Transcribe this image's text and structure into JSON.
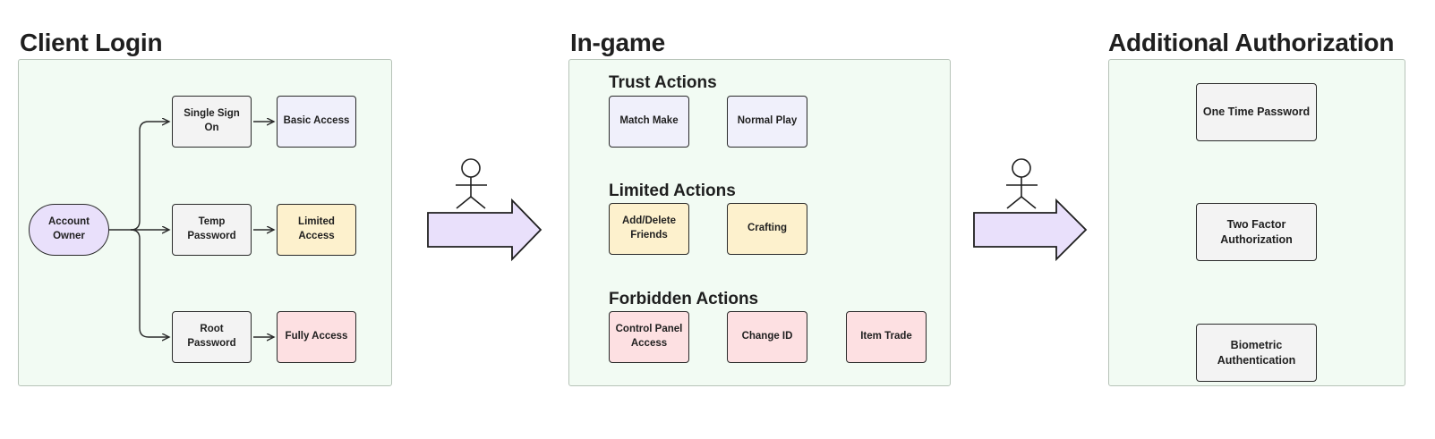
{
  "colors": {
    "panel_bg": "#f2fbf3",
    "panel_border": "#b7c3b8",
    "node_gray": "#f3f3f3",
    "node_blue": "#f0f0fb",
    "node_yellow": "#fdf1cd",
    "node_pink": "#fde0e2",
    "account_owner": "#e9e0fb",
    "arrow_fill": "#e9e0fb"
  },
  "client_login": {
    "title": "Client Login",
    "account_owner": "Account Owner",
    "methods": [
      {
        "label": "Single Sign On",
        "access": "Basic Access",
        "access_color": "blue"
      },
      {
        "label": "Temp Password",
        "access": "Limited Access",
        "access_color": "yellow"
      },
      {
        "label": "Root Password",
        "access": "Fully Access",
        "access_color": "pink"
      }
    ]
  },
  "in_game": {
    "title": "In-game",
    "groups": [
      {
        "label": "Trust Actions",
        "items": [
          "Match Make",
          "Normal Play"
        ]
      },
      {
        "label": "Limited Actions",
        "items": [
          "Add/Delete Friends",
          "Crafting"
        ]
      },
      {
        "label": "Forbidden Actions",
        "items": [
          "Control Panel Access",
          "Change ID",
          "Item Trade"
        ]
      }
    ]
  },
  "additional_authorization": {
    "title": "Additional Authorization",
    "items": [
      "One Time Password",
      "Two Factor Authorization",
      "Biometric Authentication"
    ]
  },
  "icons": [
    "actor-icon",
    "big-arrow-icon",
    "arrow-icon"
  ]
}
